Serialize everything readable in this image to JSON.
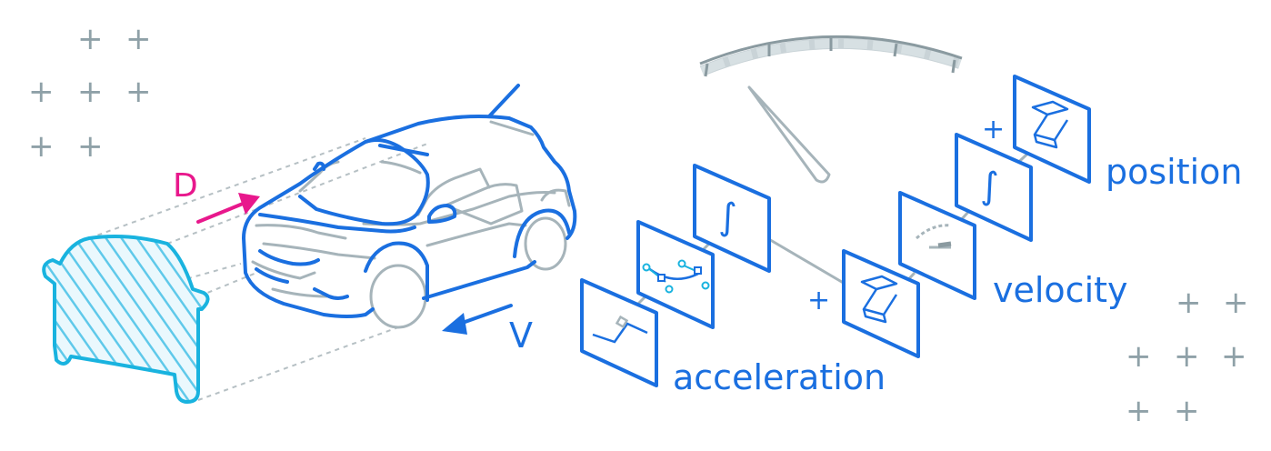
{
  "labels": {
    "drag": "D",
    "velocity_arrow": "V",
    "acceleration": "acceleration",
    "velocity": "velocity",
    "position": "position",
    "sum_plus": "+",
    "integral": "∫"
  },
  "colors": {
    "blue": "#1a6fe0",
    "cyan": "#19b3df",
    "magenta": "#e8188c",
    "gray": "#a6b4ba",
    "decor_plus": "#8fa1a8"
  },
  "icons": {
    "car": "car-outline-icon",
    "silhouette": "car-front-silhouette-icon",
    "gauge": "speedometer-gauge-icon",
    "drag_arrow": "drag-force-arrow-icon",
    "velocity_arrow": "velocity-arrow-icon",
    "panels": [
      "ramp-plot-icon",
      "spline-curve-icon",
      "integral-icon",
      "sum-block-icon",
      "speed-gauge-icon",
      "integral-icon",
      "sum-block-icon"
    ]
  },
  "decor": {
    "plus": "+"
  }
}
